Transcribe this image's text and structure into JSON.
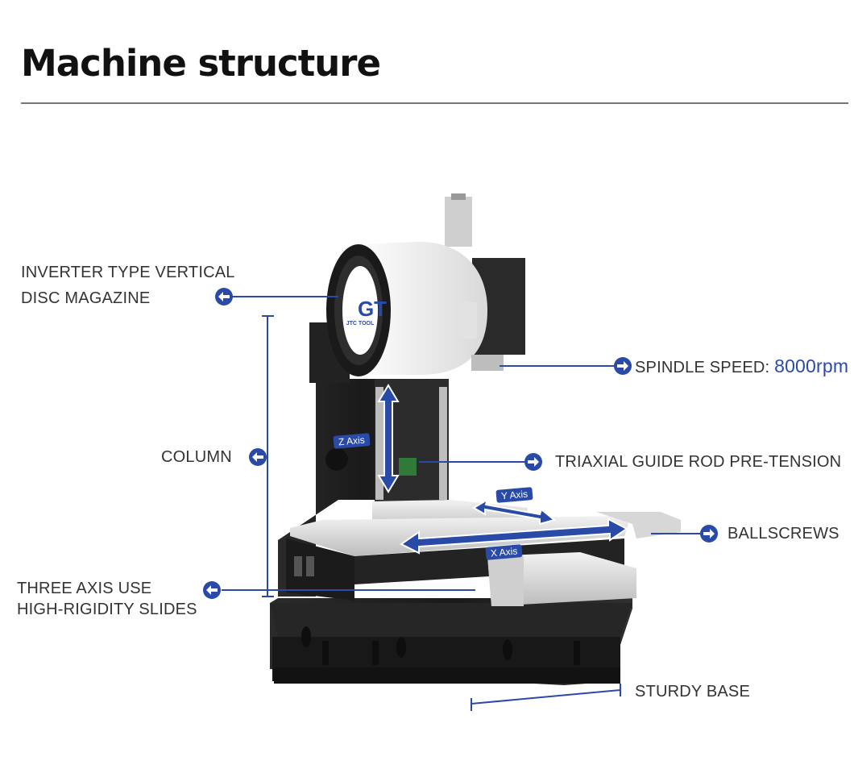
{
  "page": {
    "title": "Machine structure"
  },
  "brand": {
    "logo_text": "JTC TOOL"
  },
  "callouts": {
    "magazine": {
      "line1": "INVERTER TYPE VERTICAL",
      "line2": "DISC MAGAZINE"
    },
    "spindle": {
      "label": "SPINDLE SPEED:",
      "value": "8000rpm"
    },
    "column": {
      "label": "COLUMN"
    },
    "guide_rod": {
      "label": "TRIAXIAL GUIDE ROD PRE-TENSION"
    },
    "ballscrews": {
      "label": "BALLSCREWS"
    },
    "slides": {
      "line1": "THREE AXIS USE",
      "line2": "HIGH-RIGIDITY SLIDES"
    },
    "base": {
      "label": "STURDY BASE"
    }
  },
  "axes": {
    "z": "Z Axis",
    "y": "Y Axis",
    "x": "X Axis"
  },
  "colors": {
    "accent": "#2a4aa8",
    "machine_dark": "#1e1e1e",
    "machine_light": "#e6e6e6",
    "text": "#333333"
  },
  "icons": {
    "callout_marker": "arrow-circle-icon"
  }
}
